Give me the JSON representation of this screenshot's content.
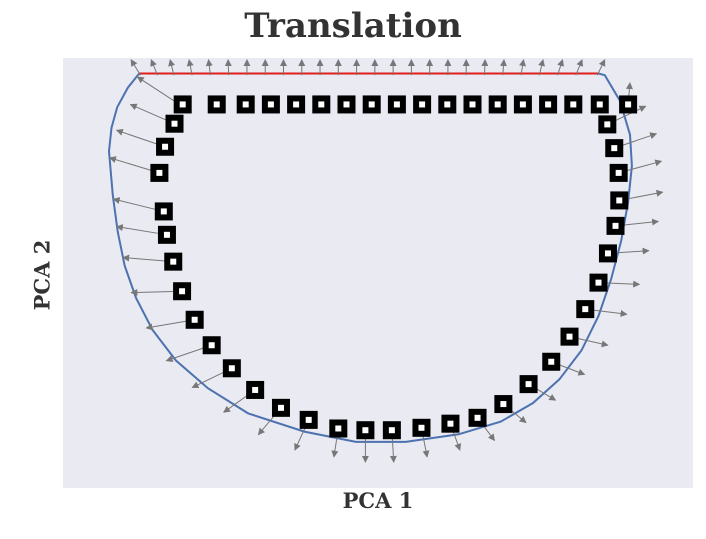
{
  "chart_data": {
    "type": "scatter",
    "title": "Translation",
    "xlabel": "PCA 1",
    "ylabel": "PCA 2",
    "grid": false,
    "colors": {
      "background": "#e9eaf2",
      "boundary": "#4c72b0",
      "top_edge": "#dd1f1f",
      "arrows": "#777777",
      "markers": "#000000",
      "marker_center": "#ffffff"
    },
    "points": [
      [
        0.19,
        0.085
      ],
      [
        0.244,
        0.085
      ],
      [
        0.29,
        0.085
      ],
      [
        0.33,
        0.085
      ],
      [
        0.37,
        0.085
      ],
      [
        0.41,
        0.085
      ],
      [
        0.45,
        0.085
      ],
      [
        0.49,
        0.085
      ],
      [
        0.53,
        0.085
      ],
      [
        0.57,
        0.085
      ],
      [
        0.61,
        0.085
      ],
      [
        0.65,
        0.085
      ],
      [
        0.69,
        0.085
      ],
      [
        0.73,
        0.085
      ],
      [
        0.77,
        0.085
      ],
      [
        0.81,
        0.085
      ],
      [
        0.852,
        0.085
      ],
      [
        0.897,
        0.085
      ],
      [
        0.177,
        0.141
      ],
      [
        0.162,
        0.208
      ],
      [
        0.153,
        0.284
      ],
      [
        0.16,
        0.396
      ],
      [
        0.165,
        0.464
      ],
      [
        0.175,
        0.542
      ],
      [
        0.189,
        0.628
      ],
      [
        0.209,
        0.711
      ],
      [
        0.236,
        0.785
      ],
      [
        0.268,
        0.852
      ],
      [
        0.305,
        0.915
      ],
      [
        0.346,
        0.967
      ],
      [
        0.39,
        1.002
      ],
      [
        0.437,
        1.027
      ],
      [
        0.48,
        1.032
      ],
      [
        0.522,
        1.032
      ],
      [
        0.569,
        1.025
      ],
      [
        0.615,
        1.013
      ],
      [
        0.658,
        0.996
      ],
      [
        0.699,
        0.956
      ],
      [
        0.739,
        0.898
      ],
      [
        0.775,
        0.833
      ],
      [
        0.804,
        0.76
      ],
      [
        0.829,
        0.68
      ],
      [
        0.85,
        0.603
      ],
      [
        0.865,
        0.518
      ],
      [
        0.877,
        0.438
      ],
      [
        0.883,
        0.364
      ],
      [
        0.882,
        0.284
      ],
      [
        0.875,
        0.212
      ],
      [
        0.864,
        0.143
      ]
    ],
    "boundary": [
      [
        0.121,
        -0.005
      ],
      [
        0.103,
        0.036
      ],
      [
        0.086,
        0.093
      ],
      [
        0.077,
        0.153
      ],
      [
        0.073,
        0.221
      ],
      [
        0.079,
        0.349
      ],
      [
        0.087,
        0.456
      ],
      [
        0.098,
        0.554
      ],
      [
        0.116,
        0.648
      ],
      [
        0.142,
        0.74
      ],
      [
        0.179,
        0.829
      ],
      [
        0.23,
        0.91
      ],
      [
        0.294,
        0.983
      ],
      [
        0.383,
        1.036
      ],
      [
        0.465,
        1.066
      ],
      [
        0.544,
        1.066
      ],
      [
        0.628,
        1.044
      ],
      [
        0.695,
        1.007
      ],
      [
        0.746,
        0.953
      ],
      [
        0.788,
        0.884
      ],
      [
        0.823,
        0.8
      ],
      [
        0.85,
        0.7
      ],
      [
        0.87,
        0.593
      ],
      [
        0.886,
        0.481
      ],
      [
        0.897,
        0.369
      ],
      [
        0.903,
        0.264
      ],
      [
        0.9,
        0.173
      ],
      [
        0.884,
        0.074
      ],
      [
        0.86,
        0.0
      ],
      [
        0.85,
        -0.005
      ]
    ],
    "top_edge": [
      [
        0.121,
        -0.005
      ],
      [
        0.85,
        -0.005
      ]
    ],
    "arrows": [
      [
        0.123,
        0.0,
        0.108,
        -0.045
      ],
      [
        0.15,
        0.0,
        0.14,
        -0.045
      ],
      [
        0.176,
        0.0,
        0.17,
        -0.045
      ],
      [
        0.205,
        0.0,
        0.2,
        -0.045
      ],
      [
        0.234,
        0.0,
        0.231,
        -0.045
      ],
      [
        0.263,
        0.0,
        0.262,
        -0.045
      ],
      [
        0.292,
        0.0,
        0.292,
        -0.045
      ],
      [
        0.321,
        0.0,
        0.321,
        -0.045
      ],
      [
        0.35,
        0.0,
        0.35,
        -0.045
      ],
      [
        0.379,
        0.0,
        0.379,
        -0.045
      ],
      [
        0.408,
        0.0,
        0.408,
        -0.045
      ],
      [
        0.437,
        0.0,
        0.437,
        -0.045
      ],
      [
        0.466,
        0.0,
        0.466,
        -0.045
      ],
      [
        0.495,
        0.0,
        0.495,
        -0.045
      ],
      [
        0.524,
        0.0,
        0.524,
        -0.045
      ],
      [
        0.553,
        0.0,
        0.553,
        -0.045
      ],
      [
        0.582,
        0.0,
        0.582,
        -0.045
      ],
      [
        0.611,
        0.0,
        0.611,
        -0.045
      ],
      [
        0.64,
        0.0,
        0.64,
        -0.045
      ],
      [
        0.669,
        0.0,
        0.67,
        -0.045
      ],
      [
        0.698,
        0.0,
        0.7,
        -0.045
      ],
      [
        0.727,
        0.0,
        0.731,
        -0.045
      ],
      [
        0.756,
        0.0,
        0.762,
        -0.045
      ],
      [
        0.785,
        0.0,
        0.793,
        -0.045
      ],
      [
        0.814,
        0.0,
        0.824,
        -0.045
      ],
      [
        0.848,
        0.0,
        0.86,
        -0.045
      ],
      [
        0.185,
        0.085,
        0.118,
        0.005
      ],
      [
        0.177,
        0.141,
        0.107,
        0.085
      ],
      [
        0.162,
        0.208,
        0.085,
        0.16
      ],
      [
        0.153,
        0.284,
        0.074,
        0.24
      ],
      [
        0.16,
        0.396,
        0.08,
        0.36
      ],
      [
        0.165,
        0.464,
        0.085,
        0.44
      ],
      [
        0.175,
        0.542,
        0.095,
        0.53
      ],
      [
        0.189,
        0.628,
        0.108,
        0.632
      ],
      [
        0.209,
        0.711,
        0.132,
        0.735
      ],
      [
        0.236,
        0.785,
        0.164,
        0.83
      ],
      [
        0.268,
        0.852,
        0.205,
        0.908
      ],
      [
        0.305,
        0.915,
        0.255,
        0.98
      ],
      [
        0.346,
        0.967,
        0.31,
        1.045
      ],
      [
        0.39,
        1.002,
        0.368,
        1.09
      ],
      [
        0.437,
        1.027,
        0.43,
        1.11
      ],
      [
        0.48,
        1.032,
        0.48,
        1.125
      ],
      [
        0.522,
        1.032,
        0.525,
        1.125
      ],
      [
        0.569,
        1.025,
        0.578,
        1.11
      ],
      [
        0.615,
        1.013,
        0.63,
        1.09
      ],
      [
        0.658,
        0.996,
        0.685,
        1.062
      ],
      [
        0.699,
        0.956,
        0.735,
        1.01
      ],
      [
        0.739,
        0.898,
        0.782,
        0.945
      ],
      [
        0.775,
        0.833,
        0.828,
        0.87
      ],
      [
        0.804,
        0.76,
        0.865,
        0.785
      ],
      [
        0.829,
        0.68,
        0.895,
        0.695
      ],
      [
        0.85,
        0.603,
        0.915,
        0.608
      ],
      [
        0.865,
        0.518,
        0.93,
        0.51
      ],
      [
        0.877,
        0.438,
        0.945,
        0.425
      ],
      [
        0.883,
        0.364,
        0.952,
        0.34
      ],
      [
        0.882,
        0.284,
        0.95,
        0.25
      ],
      [
        0.875,
        0.212,
        0.942,
        0.17
      ],
      [
        0.864,
        0.143,
        0.925,
        0.09
      ],
      [
        0.897,
        0.085,
        0.9,
        0.022
      ]
    ]
  }
}
